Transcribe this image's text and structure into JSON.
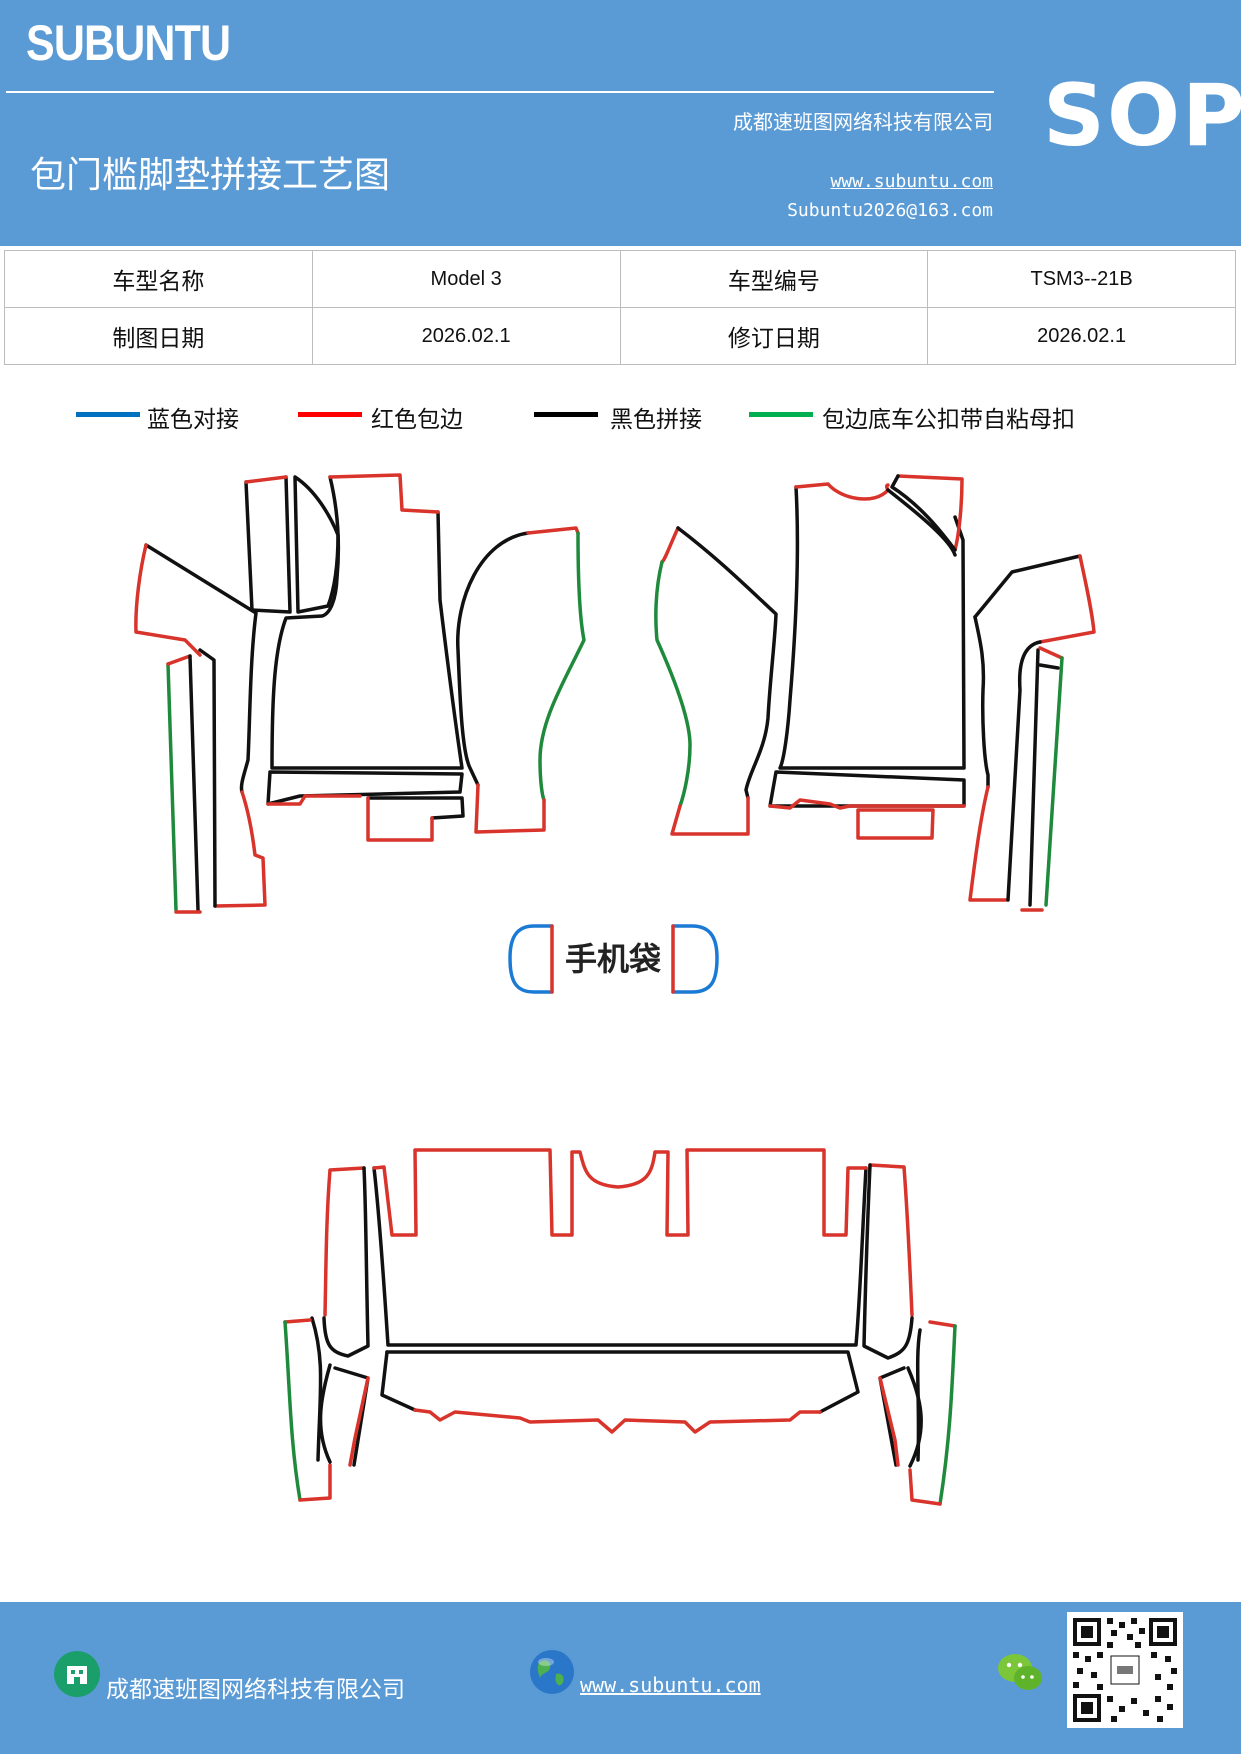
{
  "header": {
    "logo": "SUBUNTU",
    "company": "成都速班图网络科技有限公司",
    "title": "包门槛脚垫拼接工艺图",
    "website": "www.subuntu.com",
    "email": "Subuntu2026@163.com",
    "badge": "SOP"
  },
  "info_table": {
    "model_name_label": "车型名称",
    "model_name_value": "Model 3",
    "model_code_label": "车型编号",
    "model_code_value": "TSM3--21B",
    "draw_date_label": "制图日期",
    "draw_date_value": "2026.02.1",
    "revise_date_label": "修订日期",
    "revise_date_value": "2026.02.1"
  },
  "legend": [
    {
      "label": "蓝色对接",
      "color": "#0070c0"
    },
    {
      "label": "红色包边",
      "color": "#ff0000"
    },
    {
      "label": "黑色拼接",
      "color": "#000000"
    },
    {
      "label": "包边底车公扣带自粘母扣",
      "color": "#00b050"
    }
  ],
  "diagram": {
    "phone_bag_label": "手机袋",
    "stroke_colors": {
      "blue": "#1a7ad4",
      "red": "#d9342b",
      "black": "#111111",
      "green": "#1f8a3c"
    }
  },
  "footer": {
    "company": "成都速班图网络科技有限公司",
    "website": "www.subuntu.com",
    "building_icon": "building-icon",
    "globe_icon": "globe-icon",
    "wechat_icon": "wechat-icon",
    "qr_code": "qr-code"
  }
}
